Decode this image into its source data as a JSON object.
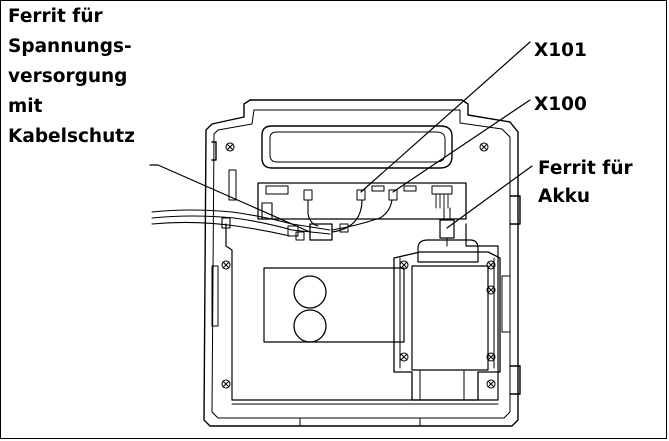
{
  "labels": {
    "ferrit_power": [
      "Ferrit für",
      "Spannungs-",
      "versorgung",
      "mit",
      "Kabelschutz"
    ],
    "x101": "X101",
    "x100": "X100",
    "ferrit_battery": [
      "Ferrit für",
      "Akku"
    ]
  }
}
